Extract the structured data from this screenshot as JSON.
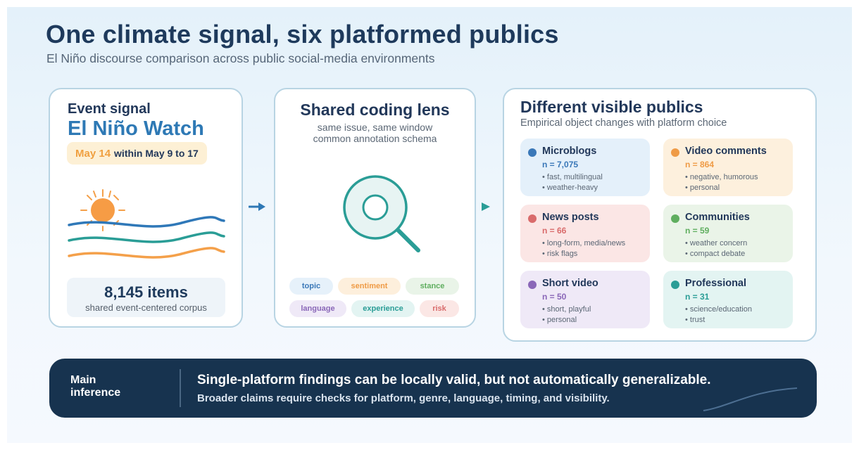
{
  "header": {
    "title": "One climate signal, six platformed publics",
    "subtitle": "El Niño discourse comparison across public social-media environments"
  },
  "event_card": {
    "heading": "Event signal",
    "name": "El Niño Watch",
    "date_highlight": "May 14",
    "date_range": "within May 9 to 17",
    "count": "8,145 items",
    "count_label": "shared event-centered corpus",
    "icons": [
      "sun-icon",
      "wave-icon"
    ]
  },
  "lens_card": {
    "heading": "Shared coding lens",
    "subtitle_line1": "same issue, same window",
    "subtitle_line2": "common annotation schema",
    "icon": "magnifier-icon",
    "tags": [
      {
        "label": "topic",
        "color": "#3a78b8",
        "bg": "#e6f1fa"
      },
      {
        "label": "sentiment",
        "color": "#ef9b46",
        "bg": "#fdefdc"
      },
      {
        "label": "stance",
        "color": "#5fae5f",
        "bg": "#e9f4e8"
      },
      {
        "label": "language",
        "color": "#8a67b8",
        "bg": "#efe9f7"
      },
      {
        "label": "experience",
        "color": "#2a9d96",
        "bg": "#e3f4f2"
      },
      {
        "label": "risk",
        "color": "#d96b6b",
        "bg": "#fbe7e5"
      }
    ]
  },
  "publics_card": {
    "heading": "Different visible publics",
    "subtitle": "Empirical object changes with platform choice",
    "platforms": [
      {
        "name": "Microblogs",
        "n": "n = 7,075",
        "b1": "• fast, multilingual",
        "b2": "• weather-heavy",
        "color": "#3a78b8",
        "bg": "#e4f0fa"
      },
      {
        "name": "Video comments",
        "n": "n = 864",
        "b1": "• negative, humorous",
        "b2": "• personal",
        "color": "#ef9b46",
        "bg": "#fdf0dd"
      },
      {
        "name": "News posts",
        "n": "n = 66",
        "b1": "• long-form, media/news",
        "b2": "• risk flags",
        "color": "#d96b6b",
        "bg": "#fbe6e5"
      },
      {
        "name": "Communities",
        "n": "n = 59",
        "b1": "• weather concern",
        "b2": "• compact debate",
        "color": "#5fae5f",
        "bg": "#eaf4e8"
      },
      {
        "name": "Short video",
        "n": "n = 50",
        "b1": "• short, playful",
        "b2": "• personal",
        "color": "#8a67b8",
        "bg": "#efe9f7"
      },
      {
        "name": "Professional",
        "n": "n = 31",
        "b1": "• science/education",
        "b2": "• trust",
        "color": "#2a9d96",
        "bg": "#e3f4f2"
      }
    ]
  },
  "banner": {
    "label_line1": "Main",
    "label_line2": "inference",
    "main": "Single-platform findings can be locally valid, but not automatically generalizable.",
    "secondary": "Broader claims require checks for platform, genre, language, timing, and visibility."
  }
}
